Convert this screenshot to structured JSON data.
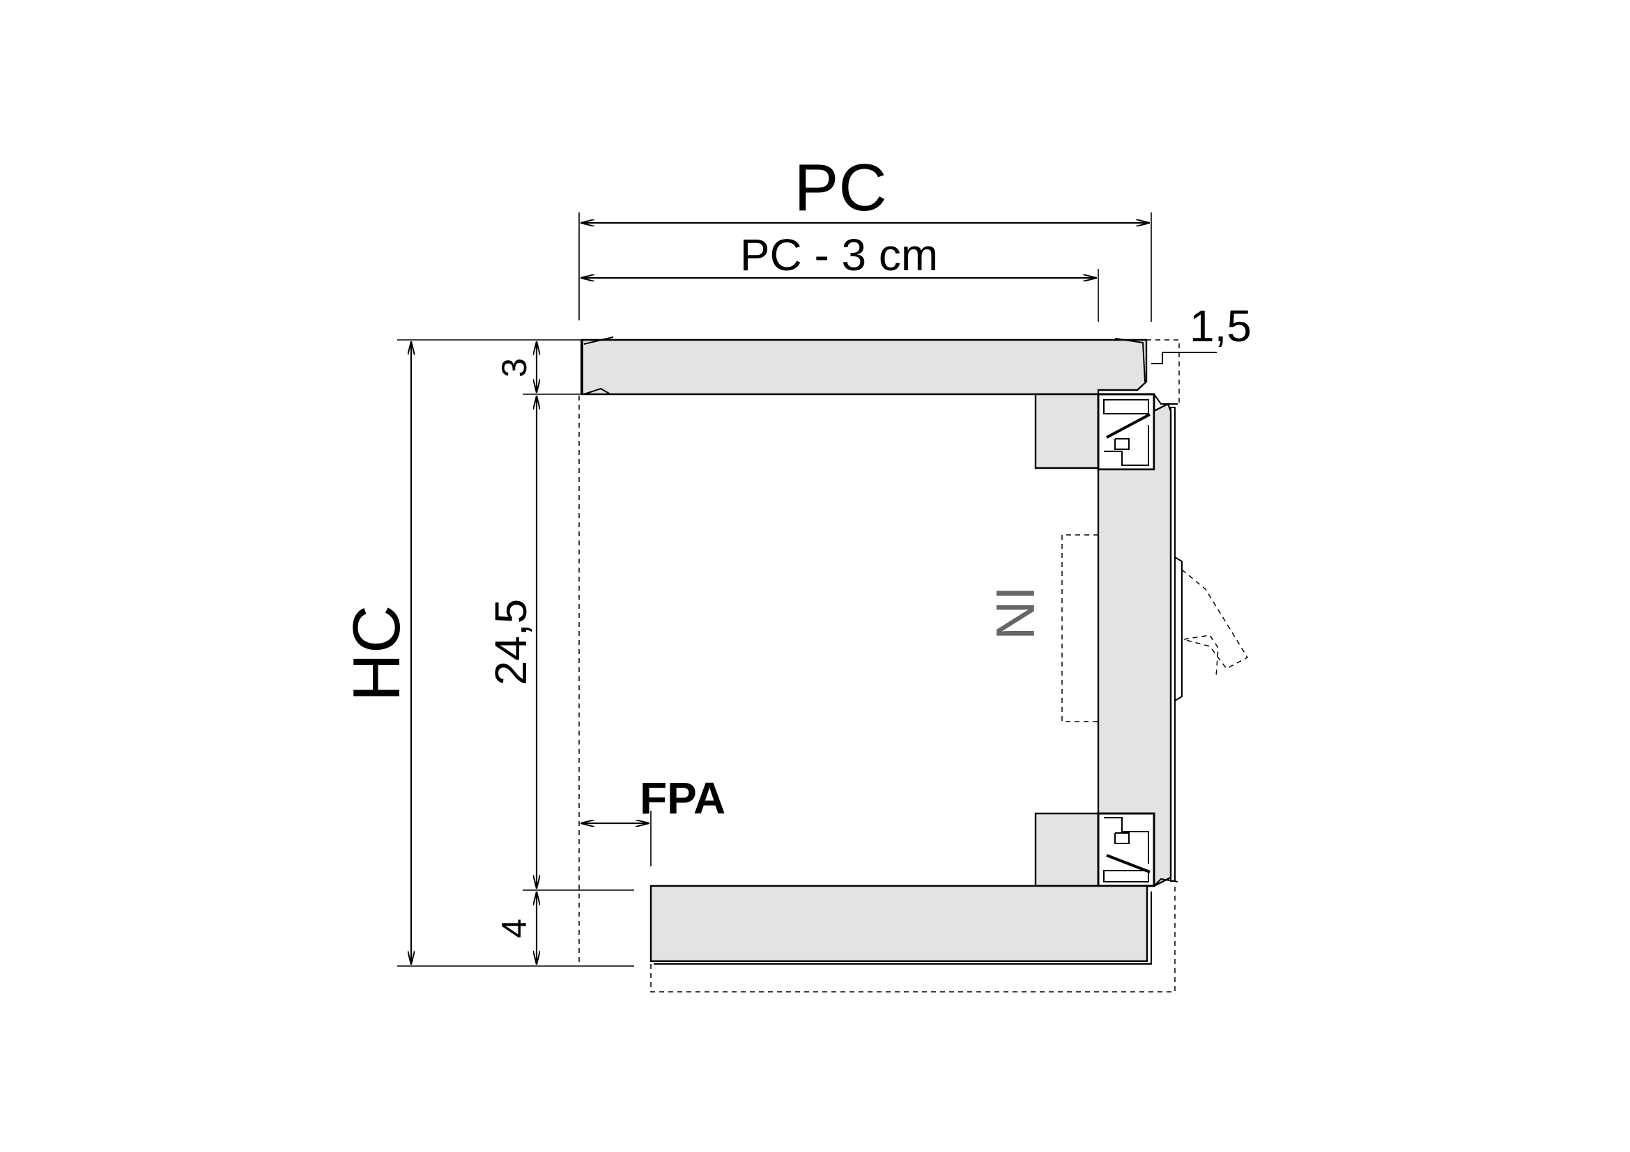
{
  "labels": {
    "pc": "PC",
    "pc_minus": "PC - 3 cm",
    "offset": "1,5",
    "hc": "HC",
    "top_thickness": "3",
    "inner_height": "24,5",
    "bottom_thickness": "4",
    "fpa": "FPA",
    "inside": "IN"
  },
  "colors": {
    "panel_fill": "#e3e3e3",
    "line": "#000000",
    "inside_label": "#666666"
  },
  "icons": {
    "arrowhead": "arrowhead-icon"
  }
}
